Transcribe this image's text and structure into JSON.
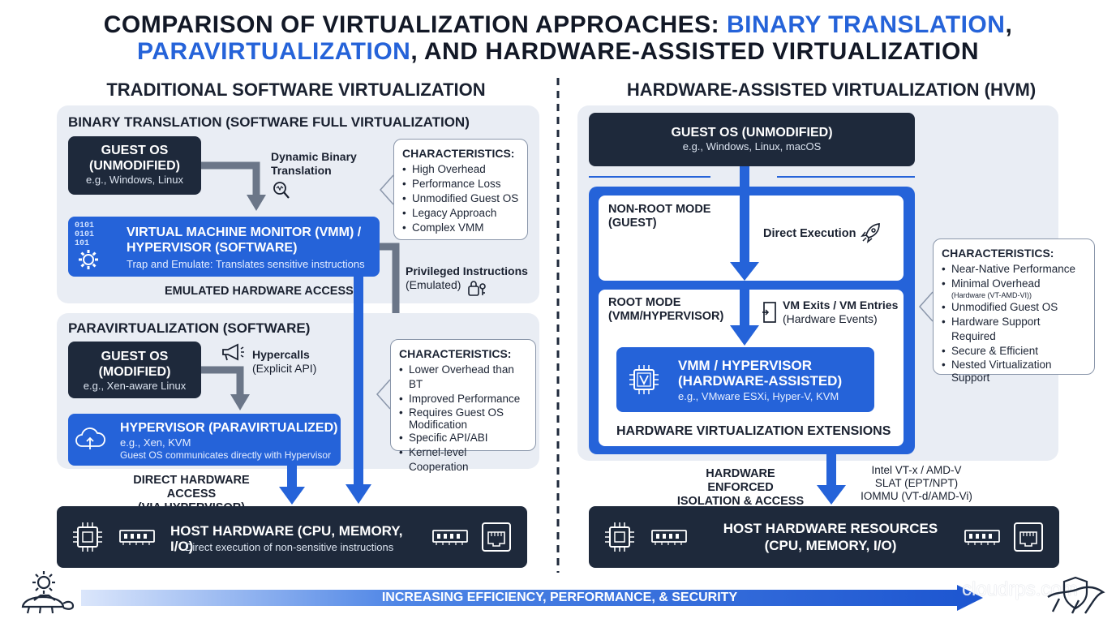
{
  "title": {
    "line1_prefix": "COMPARISON OF VIRTUALIZATION APPROACHES: ",
    "line1_highlight": "BINARY TRANSLATION",
    "line1_suffix": ",",
    "line2_highlight": "PARAVIRTUALIZATION",
    "line2_suffix": ", AND HARDWARE-ASSISTED VIRTUALIZATION"
  },
  "left": {
    "header": "TRADITIONAL SOFTWARE VIRTUALIZATION",
    "bt": {
      "title": "BINARY TRANSLATION (SOFTWARE FULL VIRTUALIZATION)",
      "guest_title_1": "GUEST OS",
      "guest_title_2": "(UNMODIFIED)",
      "guest_sub": "e.g., Windows, Linux",
      "dbt_label_1": "Dynamic Binary",
      "dbt_label_2": "Translation",
      "vmm_bits": "0101\n0101\n101",
      "vmm_title_1": "VIRTUAL MACHINE MONITOR (VMM) /",
      "vmm_title_2": "HYPERVISOR (SOFTWARE)",
      "vmm_sub": "Trap and Emulate: Translates sensitive instructions",
      "emulated": "EMULATED HARDWARE ACCESS",
      "priv_1": "Privileged Instructions",
      "priv_2": "(Emulated)",
      "chars_title": "CHARACTERISTICS:",
      "chars": [
        "High Overhead",
        "Performance Loss",
        "Unmodified Guest OS",
        "Legacy Approach",
        "Complex VMM"
      ]
    },
    "pv": {
      "title": "PARAVIRTUALIZATION (SOFTWARE)",
      "guest_title_1": "GUEST OS",
      "guest_title_2": "(MODIFIED)",
      "guest_sub": "e.g., Xen-aware Linux",
      "hypercalls_1": "Hypercalls",
      "hypercalls_2": "(Explicit API)",
      "hyp_title": "HYPERVISOR (PARAVIRTUALIZED)",
      "hyp_sub1": "e.g., Xen, KVM",
      "hyp_sub2": "Guest OS communicates directly with Hypervisor",
      "chars_title": "CHARACTERISTICS:",
      "chars": [
        "Lower Overhead than BT",
        "Improved Performance",
        "Requires Guest OS Modification",
        "Specific API/ABI",
        "Kernel-level Cooperation"
      ]
    },
    "direct_1": "DIRECT HARDWARE ACCESS",
    "direct_2": "(VIA HYPERVISOR)",
    "host_title": "HOST HARDWARE (CPU, MEMORY, I/O)",
    "host_sub": "Direct execution of non-sensitive instructions"
  },
  "right": {
    "header": "HARDWARE-ASSISTED VIRTUALIZATION (HVM)",
    "guest_title": "GUEST OS (UNMODIFIED)",
    "guest_sub": "e.g., Windows, Linux, macOS",
    "nonroot_1": "NON-ROOT MODE",
    "nonroot_2": "(GUEST)",
    "direct_exec": "Direct Execution",
    "root_1": "ROOT MODE",
    "root_2": "(VMM/HYPERVISOR)",
    "exits_1": "VM Exits / VM Entries",
    "exits_2": "(Hardware Events)",
    "vmm_title_1": "VMM / HYPERVISOR",
    "vmm_title_2": "(HARDWARE-ASSISTED)",
    "vmm_sub": "e.g., VMware ESXi, Hyper-V, KVM",
    "hve": "HARDWARE VIRTUALIZATION EXTENSIONS",
    "chars_title": "CHARACTERISTICS:",
    "chars": [
      "Near-Native Performance",
      "Minimal Overhead",
      "Unmodified Guest OS",
      "Hardware Support Required",
      "Secure & Efficient",
      "Nested Virtualization Support"
    ],
    "chars_note": "(Hardware (VT-AMD-VI))",
    "enforced_1": "HARDWARE ENFORCED",
    "enforced_2": "ISOLATION & ACCESS",
    "tech_1": "Intel VT-x / AMD-V",
    "tech_2": "SLAT (EPT/NPT)",
    "tech_3": "IOMMU (VT-d/AMD-Vi)",
    "host_title_1": "HOST HARDWARE RESOURCES",
    "host_title_2": "(CPU, MEMORY, I/O)"
  },
  "footer": {
    "arrow_label": "INCREASING EFFICIENCY, PERFORMANCE, & SECURITY",
    "watermark": "cloudrps.com"
  },
  "colors": {
    "accent": "#2563d9",
    "dark": "#1e293b",
    "panel": "#e9edf4"
  }
}
